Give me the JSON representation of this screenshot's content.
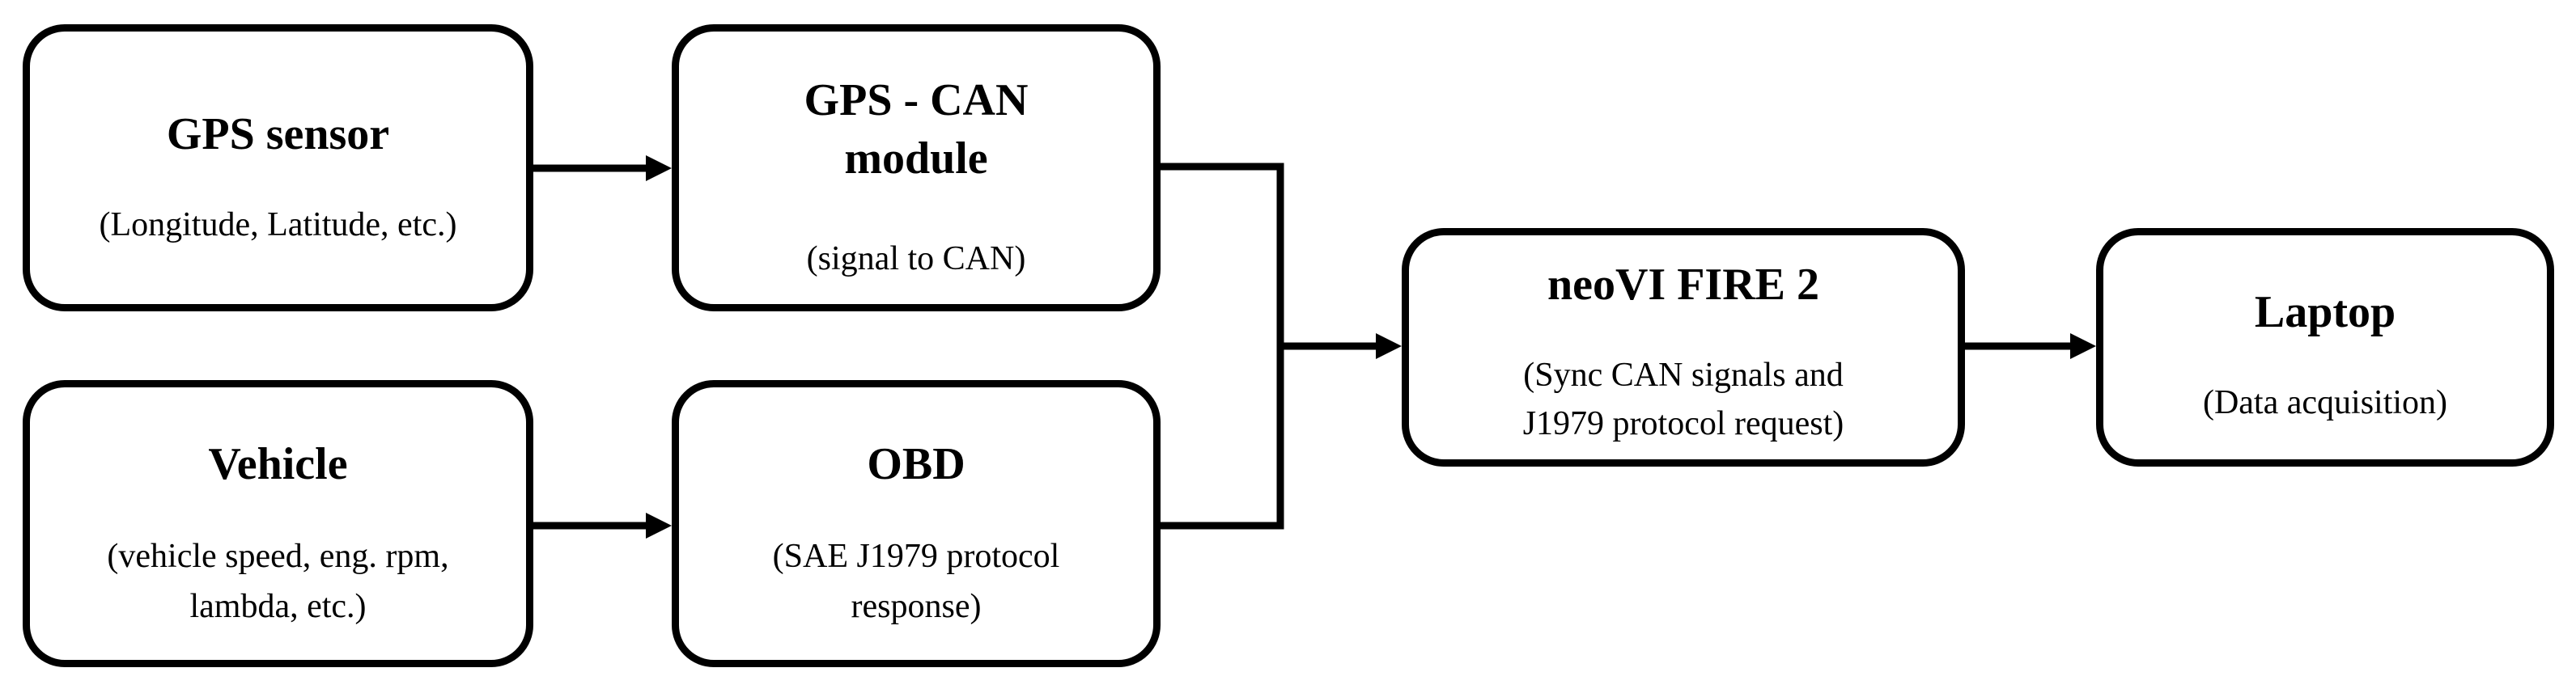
{
  "nodes": {
    "gps_sensor": {
      "title": "GPS sensor",
      "subtitle": "(Longitude, Latitude, etc.)"
    },
    "gps_can": {
      "title_line1": "GPS - CAN",
      "title_line2": "module",
      "subtitle": "(signal to CAN)"
    },
    "vehicle": {
      "title": "Vehicle",
      "subtitle_line1": "(vehicle speed, eng. rpm,",
      "subtitle_line2": "lambda, etc.)"
    },
    "obd": {
      "title": "OBD",
      "subtitle_line1": "(SAE J1979 protocol",
      "subtitle_line2": "response)"
    },
    "neovi": {
      "title": "neoVI FIRE 2",
      "subtitle_line1": "(Sync CAN signals and",
      "subtitle_line2": "J1979 protocol request)"
    },
    "laptop": {
      "title": "Laptop",
      "subtitle": "(Data acquisition)"
    }
  },
  "edges": [
    {
      "from": "GPS sensor",
      "to": "GPS - CAN module"
    },
    {
      "from": "Vehicle",
      "to": "OBD"
    },
    {
      "from": "GPS - CAN module",
      "to": "neoVI FIRE 2"
    },
    {
      "from": "OBD",
      "to": "neoVI FIRE 2"
    },
    {
      "from": "neoVI FIRE 2",
      "to": "Laptop"
    }
  ],
  "colors": {
    "stroke": "#000000",
    "fill": "#ffffff"
  }
}
